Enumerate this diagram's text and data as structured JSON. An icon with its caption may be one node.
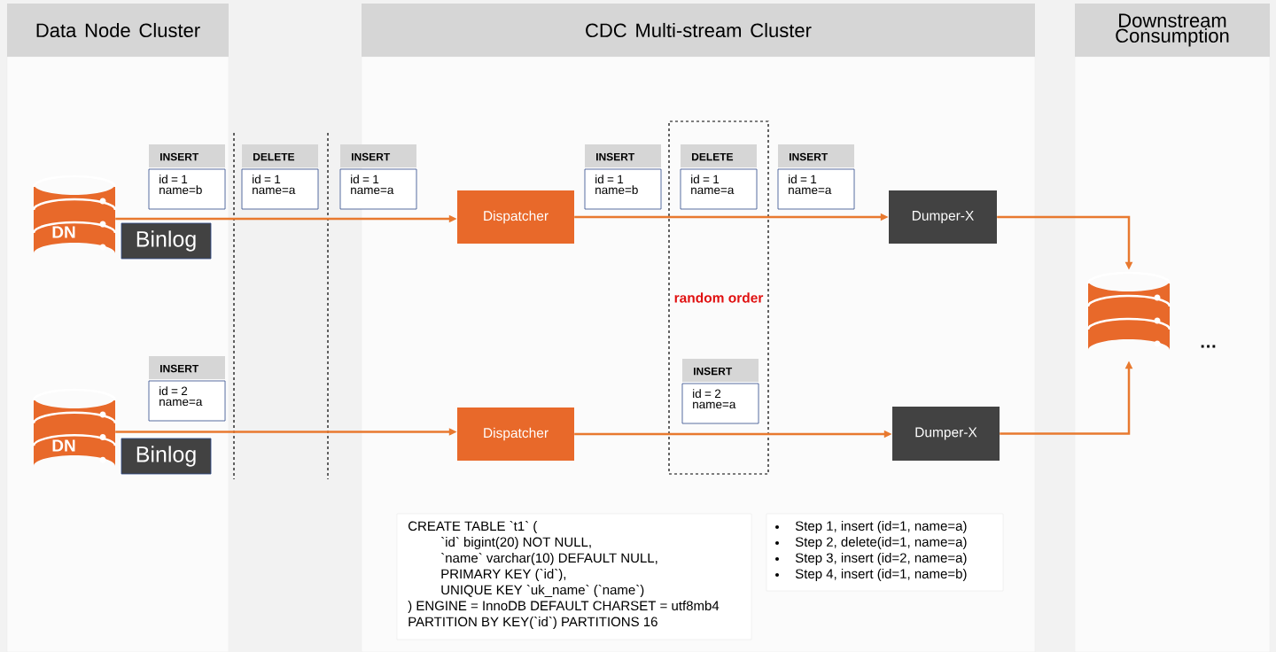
{
  "diagram": {
    "nodes": [
      {
        "text": [
          "Data Node Cluster"
        ]
      },
      {
        "text": [
          "CDC Multi-stream Cluster"
        ]
      },
      {
        "text": [
          "Downstream Consumption"
        ]
      },
      {
        "text": [
          "DN"
        ],
        "in": 0
      },
      {
        "text": [
          "Binlog"
        ],
        "in": 0
      },
      {
        "text": [
          "INSERT",
          "id = 1 name=b"
        ],
        "in": 0
      },
      {
        "text": [
          "DN"
        ],
        "in": 0
      },
      {
        "text": [
          "Binlog"
        ],
        "in": 0
      },
      {
        "text": [
          "INSERT",
          "id = 2 name=a"
        ],
        "in": 0
      },
      {
        "text": [
          "DELETE",
          "id = 1 name=a"
        ]
      },
      {
        "text": [
          "INSERT",
          "id = 1 name=a"
        ]
      },
      {
        "text": [
          "Dispatcher"
        ],
        "in": 1
      },
      {
        "text": [
          "INSERT",
          "id = 1 name=b"
        ],
        "in": 1
      },
      {
        "text": [
          "random order"
        ],
        "in": 1
      },
      {
        "text": [
          "DELETE",
          "id = 1 name=a"
        ],
        "in": 13
      },
      {
        "text": [
          "INSERT",
          "id = 1 name=a"
        ],
        "in": 1
      },
      {
        "text": [
          "Dumper-X"
        ],
        "in": 1
      },
      {
        "text": [
          "Dispatcher"
        ],
        "in": 1
      },
      {
        "text": [
          "INSERT",
          "id = 2 name=a"
        ],
        "in": 13
      },
      {
        "text": [
          "Dumper-X"
        ],
        "in": 1
      },
      {
        "text": [],
        "shape": "cylinder",
        "in": 2,
        "beside": [
          "…"
        ]
      },
      {
        "text": [
          "CREATE TABLE `t1` (",
          "`id` bigint(20) NOT NULL,",
          "`name` varchar(10) DEFAULT NULL,",
          "PRIMARY KEY (`id`),",
          "UNIQUE KEY `uk_name` (`name`)",
          ") ENGINE = InnoDB DEFAULT CHARSET = utf8mb4",
          "PARTITION BY KEY(`id`) PARTITIONS 16"
        ],
        "in": 1
      },
      {
        "text": [
          "Step 1, insert (id=1, name=a)",
          "Step 2, delete(id=1, name=a)",
          "Step 3, insert (id=2, name=a)",
          "Step 4, insert (id=1, name=b)"
        ],
        "in": 1
      }
    ],
    "edges": [
      {
        "from": 3,
        "to": 11,
        "arrow": "to"
      },
      {
        "from": 11,
        "to": 16,
        "arrow": "to"
      },
      {
        "from": 16,
        "to": 20,
        "arrow": "to"
      },
      {
        "from": 6,
        "to": 17,
        "arrow": "to"
      },
      {
        "from": 17,
        "to": 19,
        "arrow": "to"
      },
      {
        "from": 19,
        "to": 20,
        "arrow": "to"
      }
    ]
  }
}
